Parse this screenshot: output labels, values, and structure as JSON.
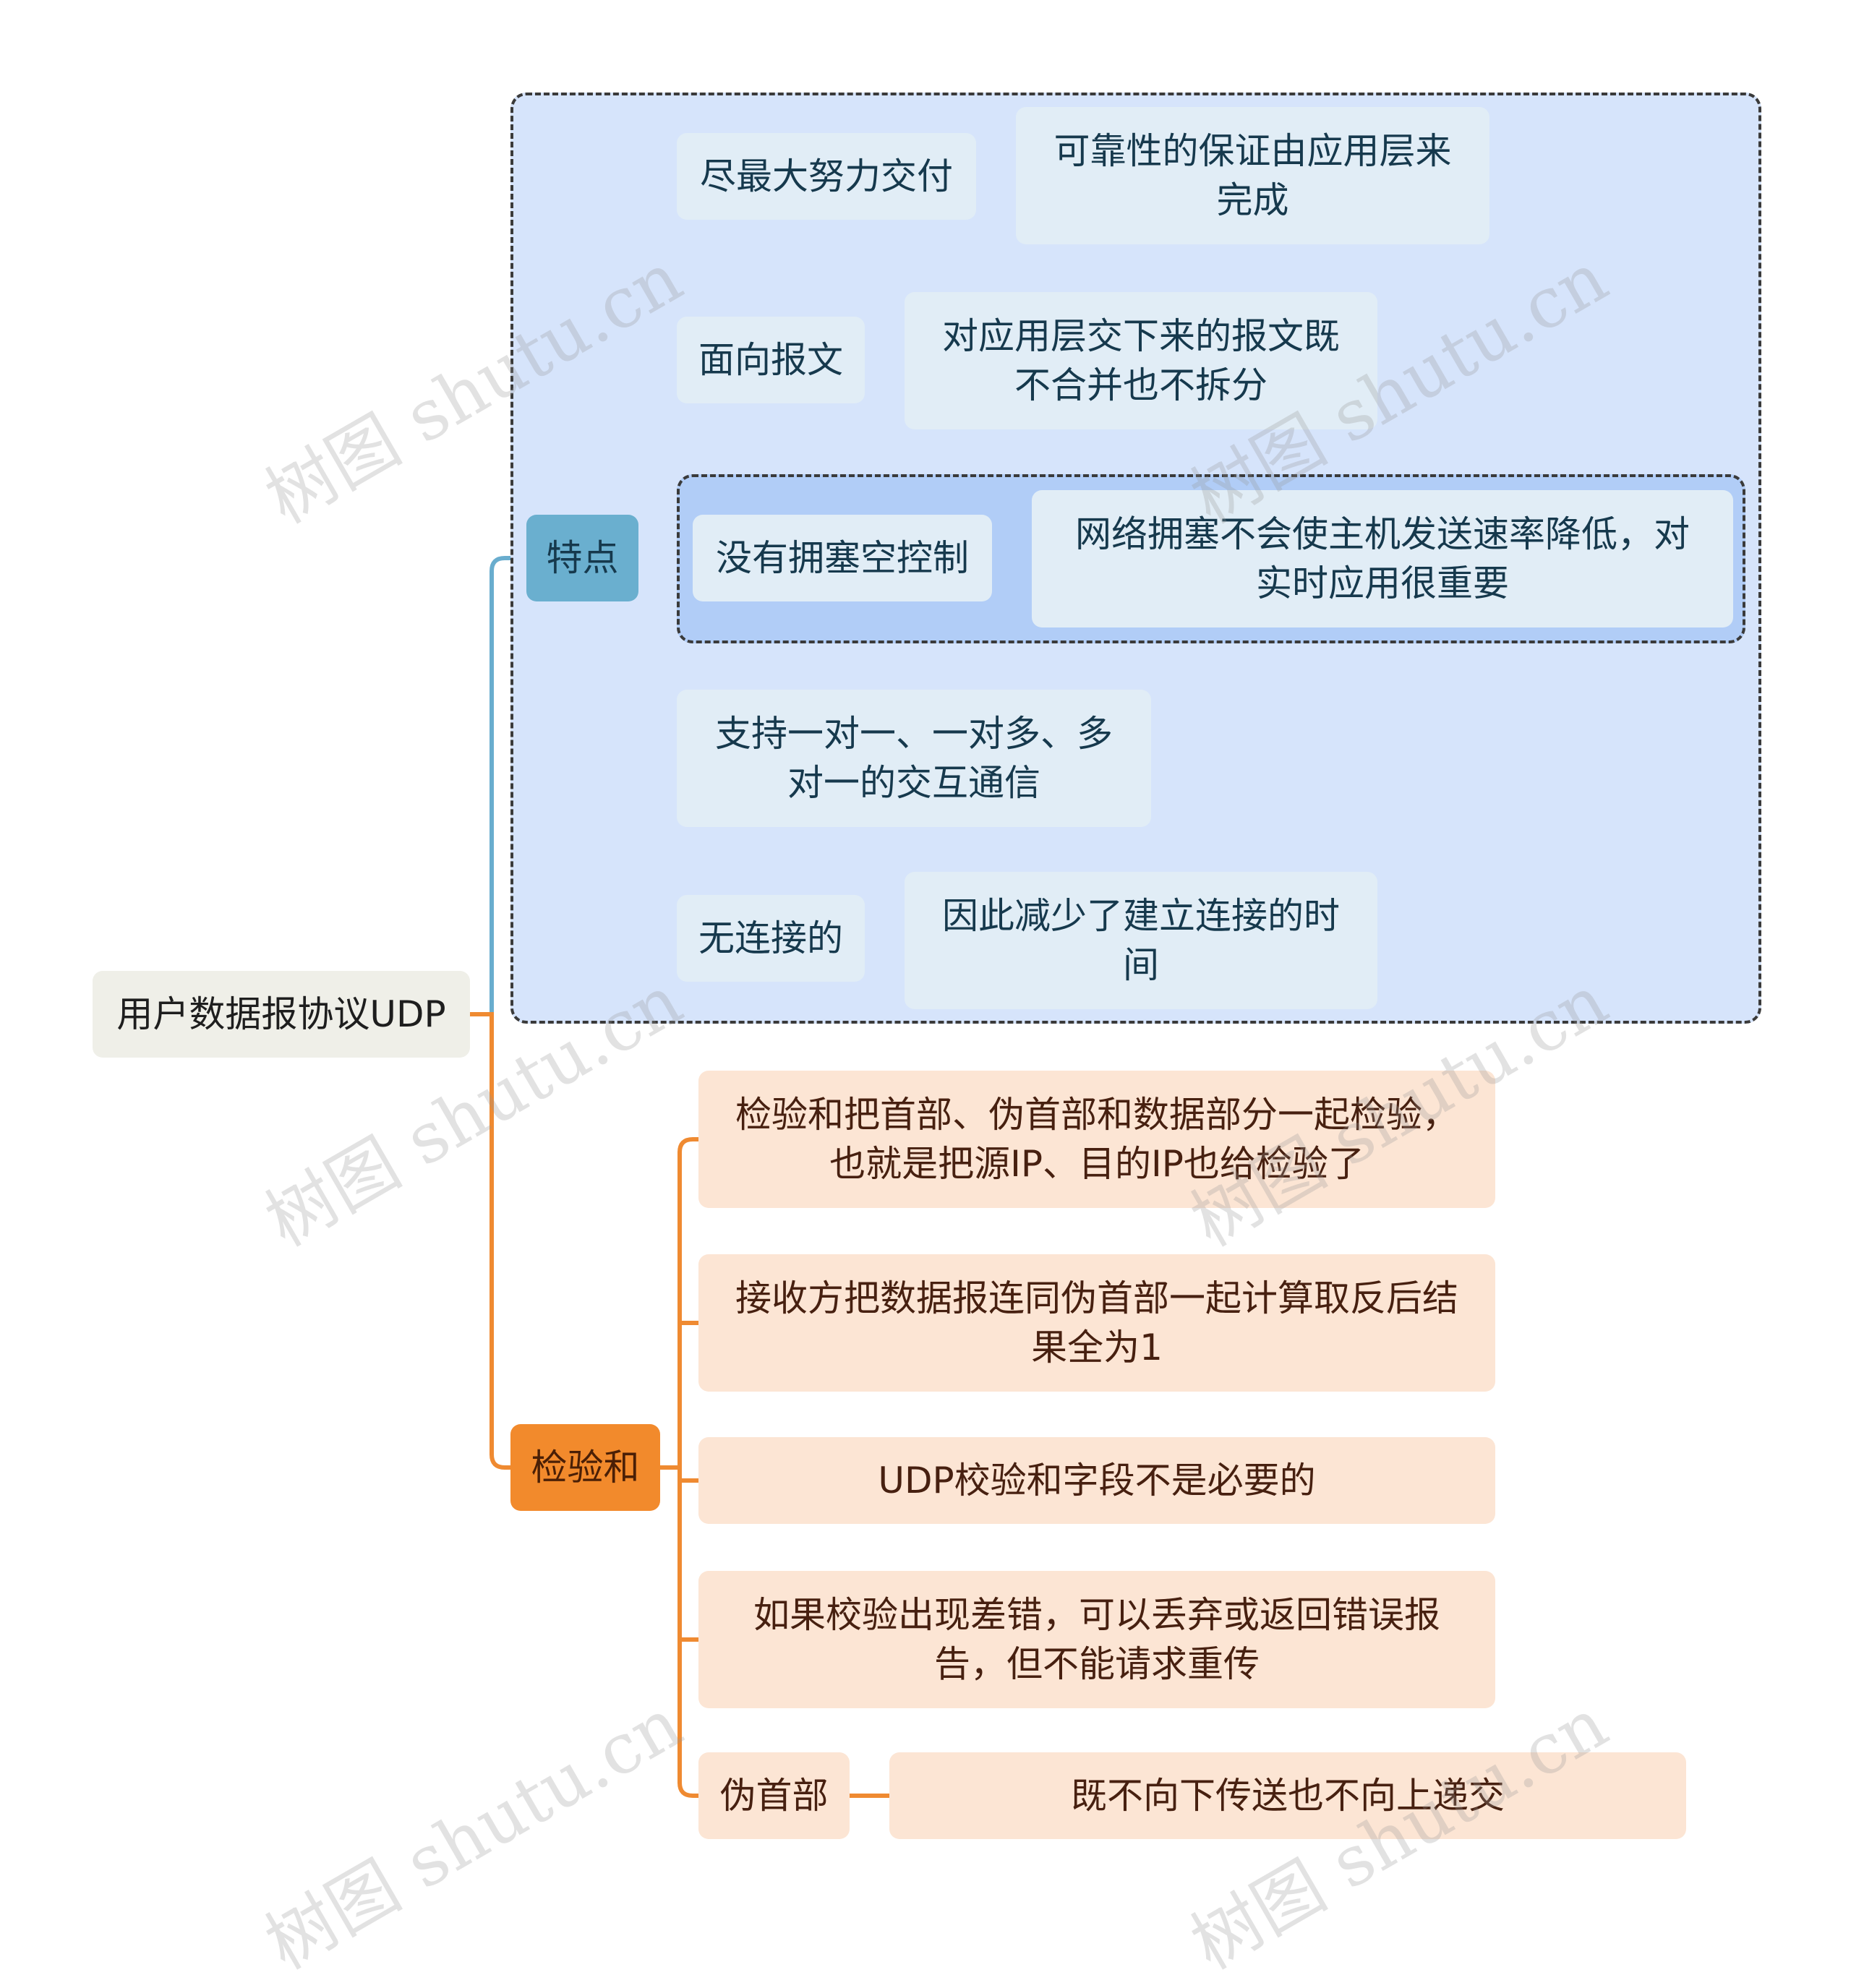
{
  "root": {
    "label": "用户数据报协议UDP"
  },
  "features": {
    "label": "特点",
    "items": [
      {
        "label": "尽最大努力交付",
        "detail": "可靠性的保证由应用层来完成"
      },
      {
        "label": "面向报文",
        "detail": "对应用层交下来的报文既不合并也不拆分"
      },
      {
        "label": "没有拥塞空控制",
        "detail": "网络拥塞不会使主机发送速率降低，对实时应用很重要"
      },
      {
        "label": "支持一对一、一对多、多对一的交互通信",
        "detail": ""
      },
      {
        "label": "无连接的",
        "detail": "因此减少了建立连接的时间"
      }
    ]
  },
  "checksum": {
    "label": "检验和",
    "items": [
      {
        "label": "检验和把首部、伪首部和数据部分一起检验，也就是把源IP、目的IP也给检验了"
      },
      {
        "label": "接收方把数据报连同伪首部一起计算取反后结果全为1"
      },
      {
        "label": "UDP校验和字段不是必要的"
      },
      {
        "label": "如果校验出现差错，可以丢弃或返回错误报告，但不能请求重传"
      },
      {
        "label": "伪首部",
        "detail": "既不向下传送也不向上递交"
      }
    ]
  },
  "watermark": "树图 shutu.cn",
  "colors": {
    "blue_line": "#69adce",
    "orange_line": "#ef8a31",
    "frame_bg": "#d6e4fb",
    "highlight_bg": "#b1cdf7"
  }
}
